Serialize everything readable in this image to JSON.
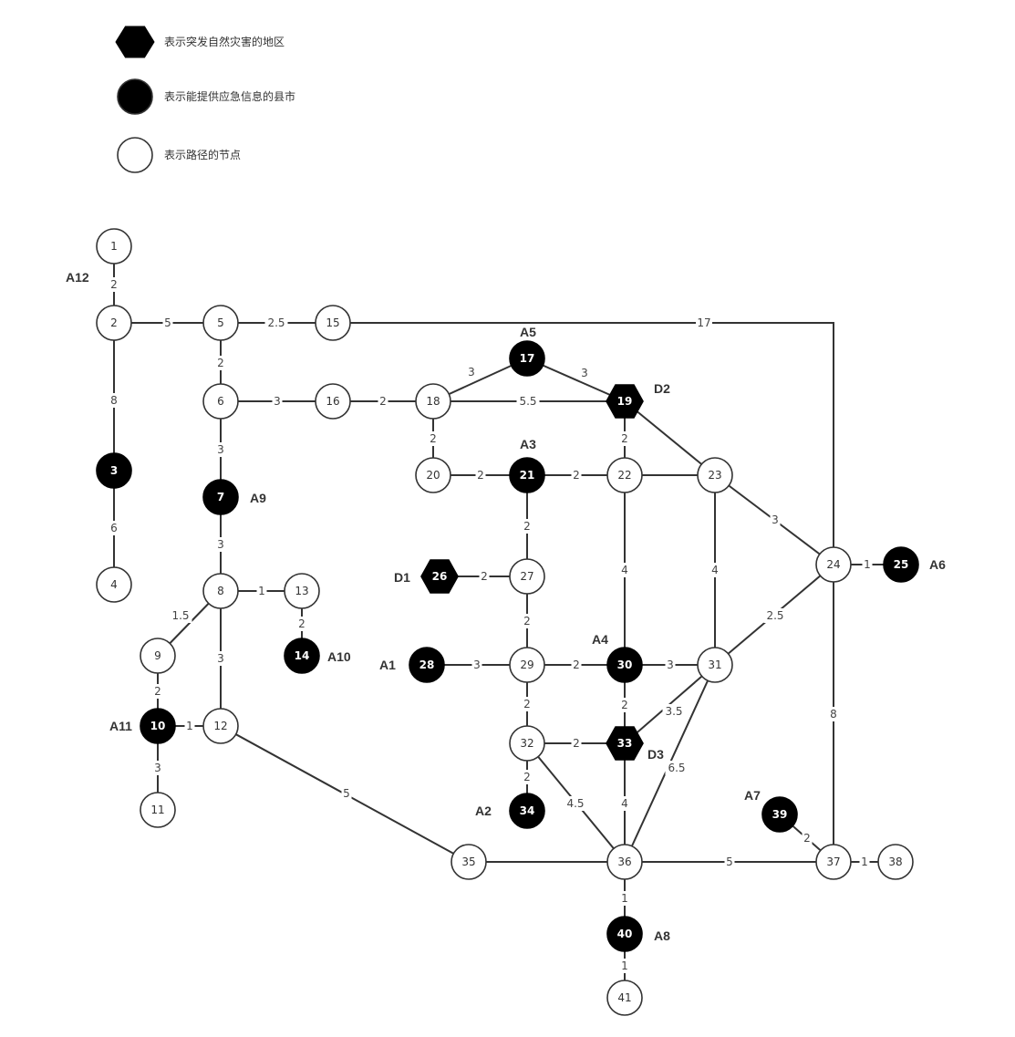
{
  "colors": {
    "stroke": "#333333",
    "black_fill": "#000000",
    "white_fill": "#ffffff"
  },
  "legend": [
    {
      "shape": "hexagon",
      "fill": "black",
      "text": "表示突发自然灾害的地区"
    },
    {
      "shape": "circle",
      "fill": "black",
      "text": "表示能提供应急信息的县市"
    },
    {
      "shape": "circle",
      "fill": "white",
      "text": "表示路径的节点"
    }
  ],
  "nodes": [
    {
      "id": "1",
      "type": "white"
    },
    {
      "id": "2",
      "type": "white",
      "tag": "A12"
    },
    {
      "id": "3",
      "type": "black"
    },
    {
      "id": "4",
      "type": "white"
    },
    {
      "id": "5",
      "type": "white"
    },
    {
      "id": "6",
      "type": "white"
    },
    {
      "id": "7",
      "type": "black",
      "tag": "A9"
    },
    {
      "id": "8",
      "type": "white"
    },
    {
      "id": "9",
      "type": "white"
    },
    {
      "id": "10",
      "type": "black",
      "tag": "A11"
    },
    {
      "id": "11",
      "type": "white"
    },
    {
      "id": "12",
      "type": "white"
    },
    {
      "id": "13",
      "type": "white"
    },
    {
      "id": "14",
      "type": "black",
      "tag": "A10"
    },
    {
      "id": "15",
      "type": "white"
    },
    {
      "id": "16",
      "type": "white"
    },
    {
      "id": "17",
      "type": "black",
      "tag": "A5"
    },
    {
      "id": "18",
      "type": "white"
    },
    {
      "id": "19",
      "type": "hex",
      "tag": "D2"
    },
    {
      "id": "20",
      "type": "white"
    },
    {
      "id": "21",
      "type": "black",
      "tag": "A3"
    },
    {
      "id": "22",
      "type": "white"
    },
    {
      "id": "23",
      "type": "white"
    },
    {
      "id": "24",
      "type": "white"
    },
    {
      "id": "25",
      "type": "black",
      "tag": "A6"
    },
    {
      "id": "26",
      "type": "hex",
      "tag": "D1"
    },
    {
      "id": "27",
      "type": "white"
    },
    {
      "id": "28",
      "type": "black",
      "tag": "A1"
    },
    {
      "id": "29",
      "type": "white"
    },
    {
      "id": "30",
      "type": "black",
      "tag": "A4"
    },
    {
      "id": "31",
      "type": "white"
    },
    {
      "id": "32",
      "type": "white"
    },
    {
      "id": "33",
      "type": "hex",
      "tag": "D3"
    },
    {
      "id": "34",
      "type": "black",
      "tag": "A2"
    },
    {
      "id": "35",
      "type": "white"
    },
    {
      "id": "36",
      "type": "white"
    },
    {
      "id": "37",
      "type": "white"
    },
    {
      "id": "38",
      "type": "white"
    },
    {
      "id": "39",
      "type": "black",
      "tag": "A7"
    },
    {
      "id": "40",
      "type": "black",
      "tag": "A8"
    },
    {
      "id": "41",
      "type": "white"
    }
  ],
  "edges": [
    {
      "from": "1",
      "to": "2",
      "w": "2"
    },
    {
      "from": "2",
      "to": "5",
      "w": "5"
    },
    {
      "from": "2",
      "to": "3",
      "w": "8"
    },
    {
      "from": "3",
      "to": "4",
      "w": "6"
    },
    {
      "from": "5",
      "to": "15",
      "w": "2.5"
    },
    {
      "from": "5",
      "to": "6",
      "w": "2"
    },
    {
      "from": "15",
      "to": "24",
      "w": "17"
    },
    {
      "from": "6",
      "to": "16",
      "w": "3"
    },
    {
      "from": "6",
      "to": "7",
      "w": "3"
    },
    {
      "from": "16",
      "to": "18",
      "w": "2"
    },
    {
      "from": "18",
      "to": "17",
      "w": "3"
    },
    {
      "from": "17",
      "to": "19",
      "w": "3"
    },
    {
      "from": "18",
      "to": "19",
      "w": "5.5"
    },
    {
      "from": "18",
      "to": "20",
      "w": "2"
    },
    {
      "from": "19",
      "to": "22",
      "w": "2"
    },
    {
      "from": "19",
      "to": "23",
      "w": ""
    },
    {
      "from": "20",
      "to": "21",
      "w": "2"
    },
    {
      "from": "21",
      "to": "22",
      "w": "2"
    },
    {
      "from": "22",
      "to": "23",
      "w": ""
    },
    {
      "from": "21",
      "to": "27",
      "w": "2"
    },
    {
      "from": "22",
      "to": "30",
      "w": "4"
    },
    {
      "from": "23",
      "to": "24",
      "w": "3"
    },
    {
      "from": "23",
      "to": "31",
      "w": "4"
    },
    {
      "from": "24",
      "to": "25",
      "w": "1"
    },
    {
      "from": "24",
      "to": "31",
      "w": "2.5"
    },
    {
      "from": "24",
      "to": "37",
      "w": "8"
    },
    {
      "from": "7",
      "to": "8",
      "w": "3"
    },
    {
      "from": "8",
      "to": "13",
      "w": "1"
    },
    {
      "from": "8",
      "to": "9",
      "w": "1.5"
    },
    {
      "from": "8",
      "to": "12",
      "w": "3"
    },
    {
      "from": "13",
      "to": "14",
      "w": "2"
    },
    {
      "from": "9",
      "to": "10",
      "w": "2"
    },
    {
      "from": "10",
      "to": "12",
      "w": "1"
    },
    {
      "from": "10",
      "to": "11",
      "w": "3"
    },
    {
      "from": "12",
      "to": "35",
      "w": "5"
    },
    {
      "from": "26",
      "to": "27",
      "w": "2"
    },
    {
      "from": "27",
      "to": "29",
      "w": "2"
    },
    {
      "from": "28",
      "to": "29",
      "w": "3"
    },
    {
      "from": "29",
      "to": "30",
      "w": "2"
    },
    {
      "from": "30",
      "to": "31",
      "w": "3"
    },
    {
      "from": "29",
      "to": "32",
      "w": "2"
    },
    {
      "from": "30",
      "to": "33",
      "w": "2"
    },
    {
      "from": "31",
      "to": "33",
      "w": "3.5"
    },
    {
      "from": "31",
      "to": "36",
      "w": "6.5"
    },
    {
      "from": "32",
      "to": "33",
      "w": "2"
    },
    {
      "from": "32",
      "to": "34",
      "w": "2"
    },
    {
      "from": "32",
      "to": "36",
      "w": "4.5"
    },
    {
      "from": "33",
      "to": "36",
      "w": "4"
    },
    {
      "from": "35",
      "to": "36",
      "w": ""
    },
    {
      "from": "36",
      "to": "37",
      "w": "5"
    },
    {
      "from": "37",
      "to": "38",
      "w": "1"
    },
    {
      "from": "39",
      "to": "37",
      "w": "2"
    },
    {
      "from": "36",
      "to": "40",
      "w": "1"
    },
    {
      "from": "40",
      "to": "41",
      "w": "1"
    }
  ]
}
